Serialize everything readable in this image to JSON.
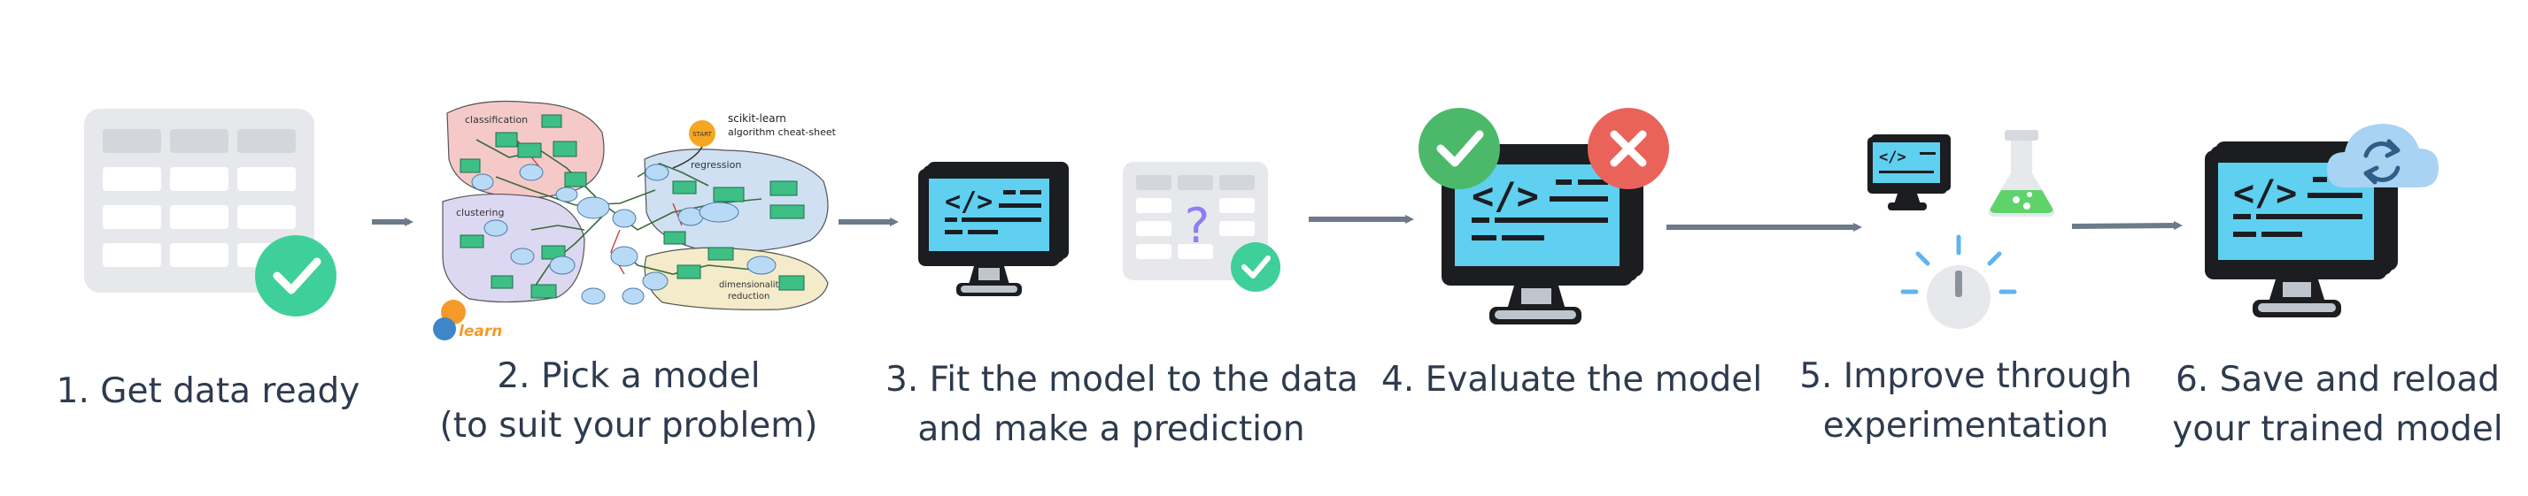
{
  "steps": [
    {
      "lines": [
        "1. Get data ready"
      ]
    },
    {
      "lines": [
        "2. Pick a model",
        "(to suit your problem)"
      ]
    },
    {
      "lines": [
        "3. Fit the model to the data",
        "and make a prediction"
      ]
    },
    {
      "lines": [
        "4. Evaluate the model"
      ]
    },
    {
      "lines": [
        "5. Improve through",
        "experimentation"
      ]
    },
    {
      "lines": [
        "6. Save and reload",
        "your trained model"
      ]
    }
  ],
  "cheat_sheet": {
    "title": "scikit-learn",
    "subtitle": "algorithm cheat-sheet",
    "start": "START",
    "regions": [
      "classification",
      "regression",
      "clustering",
      "dimensionality",
      "reduction"
    ],
    "logo": "learn"
  },
  "icons": {
    "code_symbol": "</>",
    "question_mark": "?"
  },
  "colors": {
    "text": "#2e3b4e",
    "arrow": "#6c7a89",
    "table_gray": "#e6e8ec",
    "table_cell": "#d3d6db",
    "check_green": "#3fcf9b",
    "badge_green": "#4cb96a",
    "badge_red": "#e9635b",
    "screen_blue": "#5fd0f0",
    "monitor_dark": "#1b1d21",
    "question_purple": "#8d7ef5",
    "cloud_blue": "#a9d3f3"
  }
}
